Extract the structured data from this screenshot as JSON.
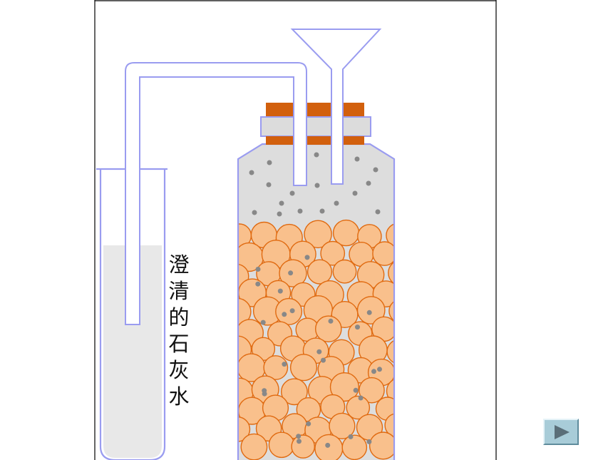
{
  "diagram": {
    "label_chars": [
      "澄",
      "清",
      "的",
      "石",
      "灰",
      "水"
    ],
    "colors": {
      "tube_outline": "#9a9cf0",
      "liquid": "#e8e8e8",
      "gas_fill": "#dddddd",
      "stopper": "#d2600d",
      "stopper_band": "#dcdcdc",
      "marble_fill": "#f9c08c",
      "marble_outline": "#e06a10",
      "dot": "#888888"
    }
  },
  "navigation": {
    "next_icon": "play-triangle-icon"
  }
}
